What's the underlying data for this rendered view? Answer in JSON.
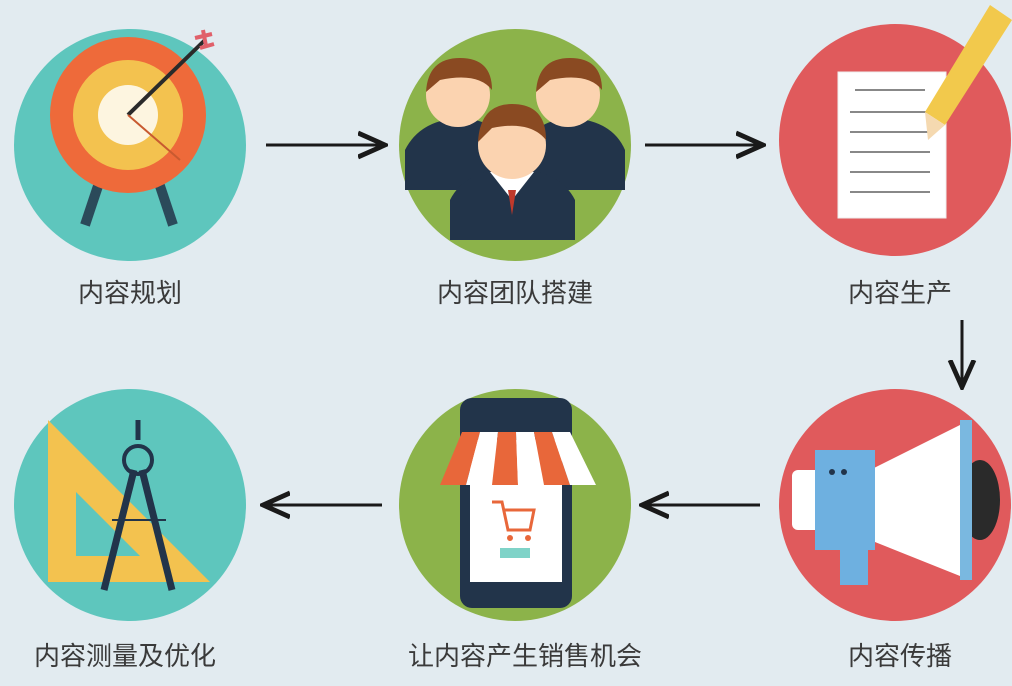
{
  "steps": [
    {
      "label": "内容规划",
      "icon": "target-icon",
      "color": "#5ec6bd"
    },
    {
      "label": "内容团队搭建",
      "icon": "team-icon",
      "color": "#8cb34a"
    },
    {
      "label": "内容生产",
      "icon": "document-pencil-icon",
      "color": "#e05a5c"
    },
    {
      "label": "内容传播",
      "icon": "megaphone-icon",
      "color": "#e05a5c"
    },
    {
      "label": "让内容产生销售机会",
      "icon": "mobile-shop-icon",
      "color": "#8cb34a"
    },
    {
      "label": "内容测量及优化",
      "icon": "compass-ruler-icon",
      "color": "#5ec6bd"
    }
  ],
  "colors": {
    "background": "#e2ebf0",
    "arrow": "#1a1a1a",
    "text": "#3a3a3a"
  }
}
